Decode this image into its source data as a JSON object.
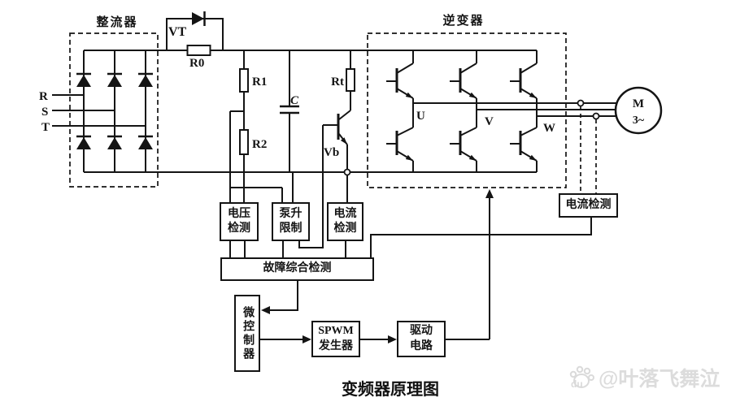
{
  "caption": "变频器原理图",
  "watermark": {
    "text": "@叶落飞舞泣",
    "logo": "du"
  },
  "sections": {
    "rectifier": "整流器",
    "inverter": "逆变器"
  },
  "component_labels": {
    "phase_r": "R",
    "phase_s": "S",
    "phase_t": "T",
    "vt": "VT",
    "r0": "R0",
    "r1": "R1",
    "r2": "R2",
    "cap": "C",
    "rt": "Rt",
    "vb": "Vb",
    "out_u": "U",
    "out_v": "V",
    "out_w": "W",
    "motor_m": "M",
    "motor_phases": "3~"
  },
  "boxes": {
    "voltage_detect": "电压\n检测",
    "pump_limit": "泵升\n限制",
    "current_detect_left": "电流\n检测",
    "fault_detect": "故障综合检测",
    "mcu": "微控制器",
    "spwm": "SPWM\n发生器",
    "drive": "驱动\n电路",
    "current_detect_right": "电流检测"
  },
  "colors": {
    "line": "#141414",
    "background": "#ffffff",
    "watermark": "#dcdcdc"
  }
}
